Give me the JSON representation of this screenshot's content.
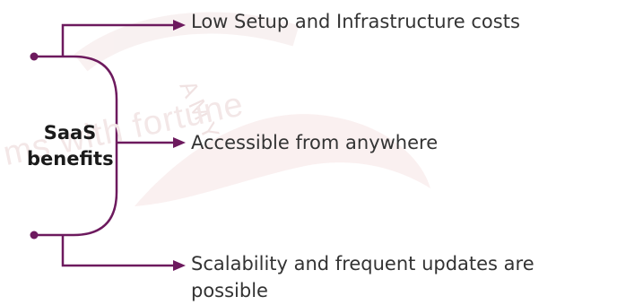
{
  "watermark": {
    "text": "ms with fortune",
    "arc_text": "A M Y",
    "color": "#f3e7e7"
  },
  "diagram": {
    "center_label_line1": "SaaS",
    "center_label_line2": "benefits",
    "line_color": "#6d1a5e",
    "benefits": [
      "Low Setup and Infrastructure costs",
      "Accessible from anywhere",
      "Scalability and frequent updates are possible"
    ]
  }
}
